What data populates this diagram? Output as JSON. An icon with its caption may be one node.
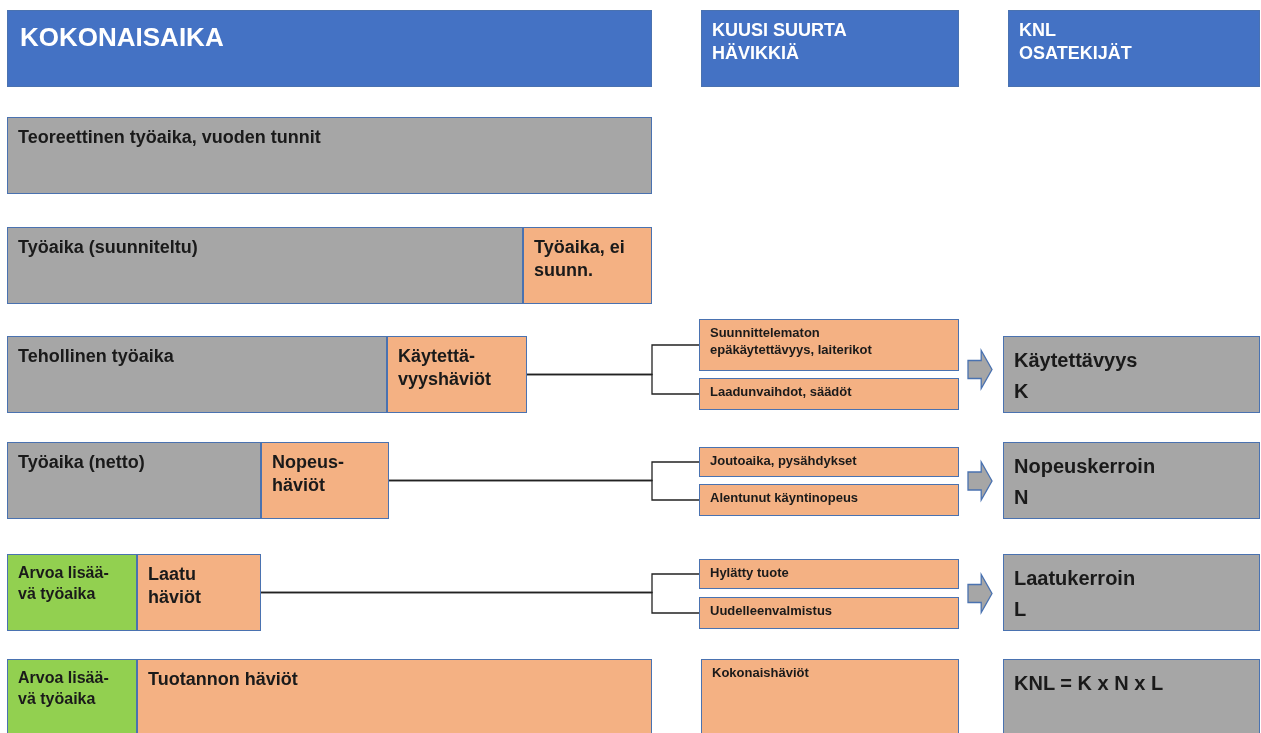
{
  "diagram": {
    "nodes": [
      {
        "text": [
          "KOKONAISAIKA"
        ]
      },
      {
        "text": [
          "KUUSI SUURTA HÄVIKKIÄ"
        ]
      },
      {
        "text": [
          "KNL OSATEKIJÄT"
        ]
      },
      {
        "text": [
          "Teoreettinen työaika, vuoden tunnit"
        ]
      },
      {
        "text": [
          "Työaika (suunniteltu)"
        ]
      },
      {
        "text": [
          "Työaika, ei suunn."
        ]
      },
      {
        "text": [
          "Tehollinen työaika"
        ]
      },
      {
        "text": [
          "Käytettä- vyyshäviöt"
        ]
      },
      {
        "text": [
          "Suunnittelematon epäkäytettävyys, laiterikot"
        ]
      },
      {
        "text": [
          "Laadunvaihdot, säädöt"
        ]
      },
      {
        "text": [
          "Käytettävyys",
          "K"
        ]
      },
      {
        "text": [
          "Työaika (netto)"
        ]
      },
      {
        "text": [
          "Nopeus- häviöt"
        ]
      },
      {
        "text": [
          "Joutoaika, pysähdykset"
        ]
      },
      {
        "text": [
          "Alentunut käyntinopeus"
        ]
      },
      {
        "text": [
          "Nopeuskerroin",
          "N"
        ]
      },
      {
        "text": [
          "Arvoa lisää- vä työaika"
        ]
      },
      {
        "text": [
          "Laatu häviöt"
        ]
      },
      {
        "text": [
          "Hylätty tuote"
        ]
      },
      {
        "text": [
          "Uudelleenvalmistus"
        ]
      },
      {
        "text": [
          "Laatukerroin",
          "L"
        ]
      },
      {
        "text": [
          "Arvoa lisää- vä työaika"
        ]
      },
      {
        "text": [
          "Tuotannon häviöt"
        ]
      },
      {
        "text": [
          "Kokonaishäviöt"
        ]
      },
      {
        "text": [
          "KNL = K x N x L"
        ]
      }
    ],
    "edges": [
      {
        "from": 7,
        "to": 8,
        "arrow": "none"
      },
      {
        "from": 7,
        "to": 9,
        "arrow": "none"
      },
      {
        "from": 8,
        "to": 10,
        "arrow": "to"
      },
      {
        "from": 9,
        "to": 10,
        "arrow": "to"
      },
      {
        "from": 12,
        "to": 13,
        "arrow": "none"
      },
      {
        "from": 12,
        "to": 14,
        "arrow": "none"
      },
      {
        "from": 13,
        "to": 15,
        "arrow": "to"
      },
      {
        "from": 14,
        "to": 15,
        "arrow": "to"
      },
      {
        "from": 17,
        "to": 18,
        "arrow": "none"
      },
      {
        "from": 17,
        "to": 19,
        "arrow": "none"
      },
      {
        "from": 18,
        "to": 20,
        "arrow": "to"
      },
      {
        "from": 19,
        "to": 20,
        "arrow": "to"
      }
    ]
  }
}
